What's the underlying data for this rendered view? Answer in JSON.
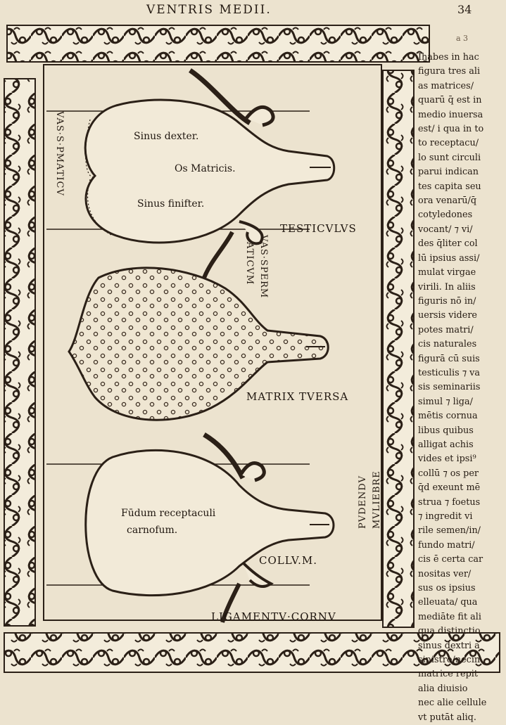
{
  "page": {
    "running_head": "VENTRIS MEDII.",
    "folio": "34",
    "folio_mark": "a 3"
  },
  "figure": {
    "upper": {
      "labels": {
        "sinus_dexter": "Sinus dexter.",
        "os_matricis": "Os Matricis.",
        "sinus_sinister": "Sinus finifter."
      }
    },
    "middle": {
      "labels": {
        "testiculus": "TESTICVLVS",
        "vas_spermaticum_a": "VAS·SPERM",
        "vas_spermaticum_b": "ATICVM",
        "vas_left": "VAS·S·PMATICV"
      }
    },
    "lower": {
      "labels": {
        "fundum": "Fūdum receptaculi",
        "carnosum": "carnofum.",
        "collum": "COLLV.M.",
        "ligamentum": "LIGAMENTV·CORNV",
        "pudendum_a": "PVDENDV",
        "pudendum_b": "MVLIEBRE"
      }
    },
    "captions": {
      "matrix_inversa": "MATRIX  TVERSA"
    }
  },
  "sidenote": {
    "lines": [
      "Ihabes in hac",
      "figura tres ali",
      "as matrices/",
      "quarū q̄ est in",
      "medio inuersa",
      "est/ i qua in to",
      "to receptacu/",
      "lo sunt circuli",
      "parui indican",
      "tes capita seu",
      "ora venarū/q̄",
      "cotyledones",
      "vocant/ ⁊ vi/",
      "des q̄liter col",
      "lū ipsius assi/",
      "mulat virgae",
      "virili. In aliis",
      "figuris nō in/",
      "uersis videre",
      "potes matri/",
      "cis naturales",
      "figurā cū suis",
      "testiculis ⁊ va",
      "sis seminariis",
      "simul ⁊ liga/",
      "mētis cornua",
      "libus quibus",
      "alligat achis",
      "vides et ipsi⁹",
      "collū ⁊ os per",
      "q̄d exeunt mē",
      "strua ⁊ foetus",
      "⁊ ingredit vi",
      "rile semen/in/",
      "fundo matri/",
      "cis ē certa car",
      "nositas ver/",
      "sus os ipsius",
      "elleuata/ qua",
      "mediāte fit ali",
      "qua distinctio",
      "sinus dextri a",
      "sinistro/necin",
      "matrice repit",
      "alia diuisio",
      "nec alie cellule",
      "vt putāt aliq."
    ]
  },
  "colors": {
    "paper": "#ece3cf",
    "ink": "#241a12",
    "organ_fill": "#f2ead8"
  }
}
